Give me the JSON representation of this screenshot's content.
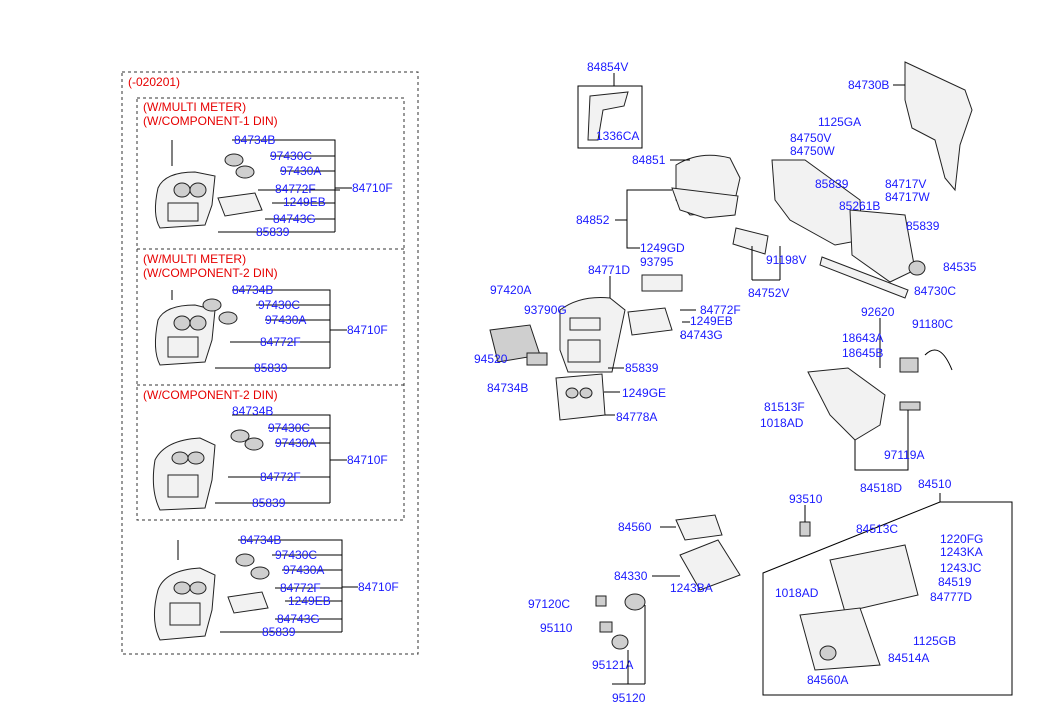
{
  "variants": {
    "period": "(-020201)",
    "v1": [
      "(W/MULTI METER)",
      "(W/COMPONENT-1 DIN)"
    ],
    "v2": [
      "(W/MULTI METER)",
      "(W/COMPONENT-2 DIN)"
    ],
    "v3": [
      "(W/COMPONENT-2 DIN)"
    ]
  },
  "left_groups": {
    "g1": [
      "84734B",
      "97430C",
      "97430A",
      "84772F",
      "1249EB",
      "84743G",
      "85839",
      "84710F"
    ],
    "g2": [
      "84734B",
      "97430C",
      "97430A",
      "84772F",
      "85839",
      "84710F"
    ],
    "g3": [
      "84734B",
      "97430C",
      "97430A",
      "84772F",
      "85839",
      "84710F"
    ],
    "g4": [
      "84734B",
      "97430C",
      "97430A",
      "84772F",
      "1249EB",
      "84743G",
      "85839",
      "84710F"
    ]
  },
  "center": {
    "top": [
      "84854V",
      "1336CA",
      "84851",
      "84852",
      "1249GD",
      "93795"
    ],
    "mid": [
      "84771D",
      "97420A",
      "93790G",
      "84772F",
      "1249EB",
      "84743G",
      "94520",
      "85839",
      "84734B",
      "1249GE",
      "84778A"
    ],
    "bottom": [
      "84560",
      "84330",
      "1243BA",
      "97120C",
      "95110",
      "95121A",
      "95120"
    ]
  },
  "right": {
    "upper": [
      "84730B",
      "1125GA",
      "84750V",
      "84750W",
      "85839",
      "84717V",
      "84717W",
      "85261B",
      "85839",
      "91198V",
      "84535",
      "84752V",
      "84730C"
    ],
    "middle": [
      "92620",
      "18643A",
      "18645B",
      "91180C",
      "81513F",
      "1018AD",
      "97119A",
      "84518D"
    ],
    "lower": [
      "84510",
      "93510",
      "84513C",
      "1220FG",
      "1243KA",
      "1243JC",
      "84519",
      "1018AD",
      "84777D",
      "1125GB",
      "84514A",
      "84560A"
    ]
  }
}
